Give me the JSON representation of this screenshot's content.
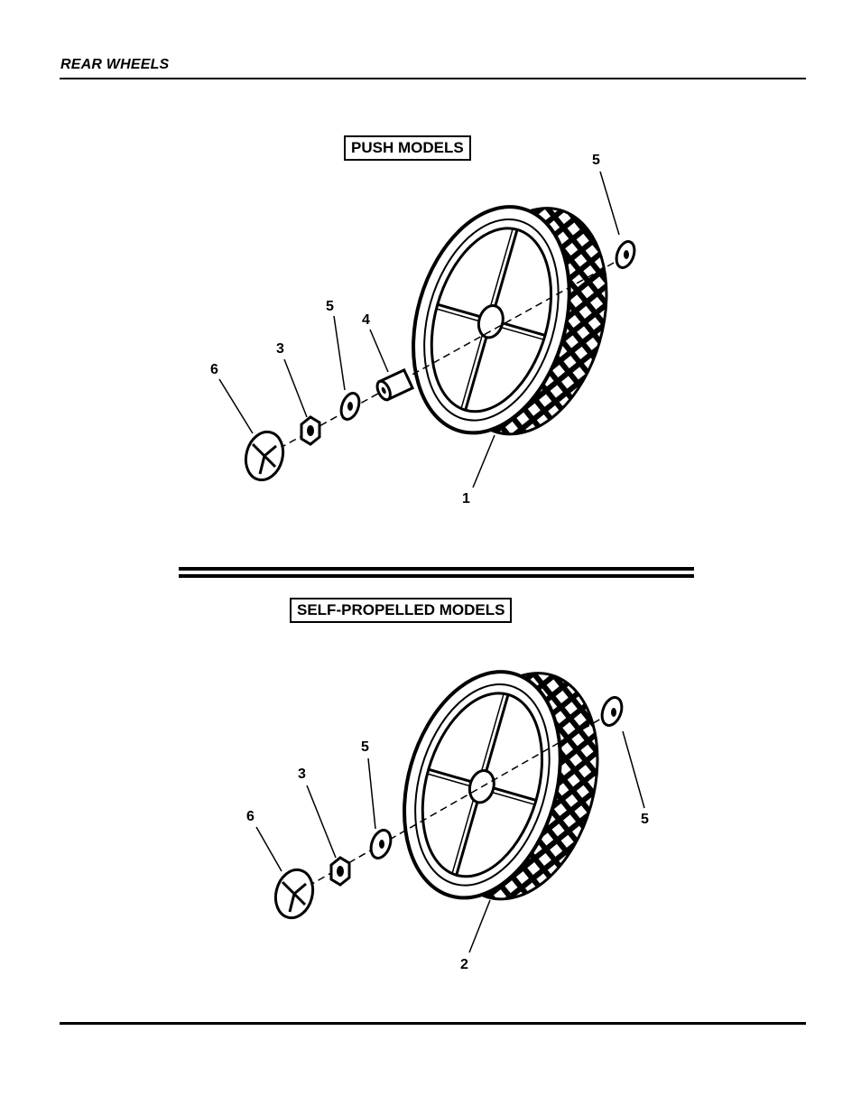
{
  "header": {
    "title": "REAR WHEELS"
  },
  "sections": [
    {
      "label": "PUSH MODELS",
      "callouts": [
        "5",
        "5",
        "4",
        "3",
        "6",
        "1"
      ]
    },
    {
      "label": "SELF-PROPELLED MODELS",
      "callouts": [
        "5",
        "3",
        "6",
        "5",
        "2"
      ]
    }
  ]
}
